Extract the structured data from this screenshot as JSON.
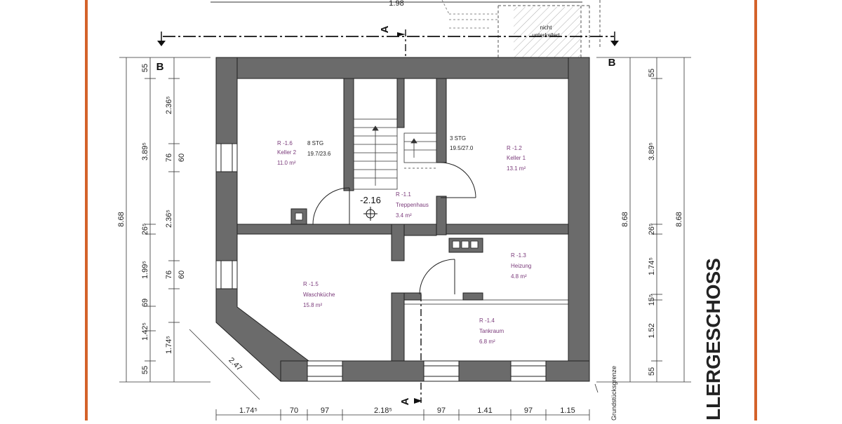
{
  "sheet": {
    "title": "LLERGESCHOSS",
    "top_partial_dim": "1.98",
    "note_not_basement": [
      "nicht",
      "unterkellert"
    ],
    "boundary_note": "Grundstücksgrenze",
    "level": "-2.16",
    "section_A": "A",
    "section_B": "B"
  },
  "rooms": [
    {
      "id": "R -1.6",
      "name": "Keller 2",
      "area": "11.0 m²"
    },
    {
      "id": "R -1.1",
      "name": "Treppenhaus",
      "area": "3.4 m²"
    },
    {
      "id": "R -1.2",
      "name": "Keller 1",
      "area": "13.1 m²"
    },
    {
      "id": "R -1.5",
      "name": "Waschküche",
      "area": "15.8 m²"
    },
    {
      "id": "R -1.3",
      "name": "Heizung",
      "area": "4.8 m²"
    },
    {
      "id": "R -1.4",
      "name": "Tankraum",
      "area": "6.8 m²"
    }
  ],
  "stairs": [
    {
      "steps": "8 STG",
      "ratio": "19.7/23.6"
    },
    {
      "steps": "3 STG",
      "ratio": "19.5/27.0"
    }
  ],
  "dims": {
    "left_outer": "8.68",
    "left_mid": [
      "55",
      "3.89⁵",
      "26⁵",
      "1.99⁵",
      "69",
      "1.42⁵",
      "55"
    ],
    "left_inner": [
      "2.36⁵",
      "76",
      "60",
      "2.36⁵",
      "76",
      "60",
      "1.74⁵"
    ],
    "diagonal": "2.47",
    "right_inner": "8.68",
    "right_mid": [
      "55",
      "3.89⁵",
      "26⁵",
      "1.74⁵",
      "15⁵",
      "1.52",
      "55"
    ],
    "right_outer": "8.68",
    "bottom": [
      "1.74⁵",
      "70",
      "97",
      "2.18⁵",
      "97",
      "1.41",
      "97",
      "1.15"
    ]
  }
}
